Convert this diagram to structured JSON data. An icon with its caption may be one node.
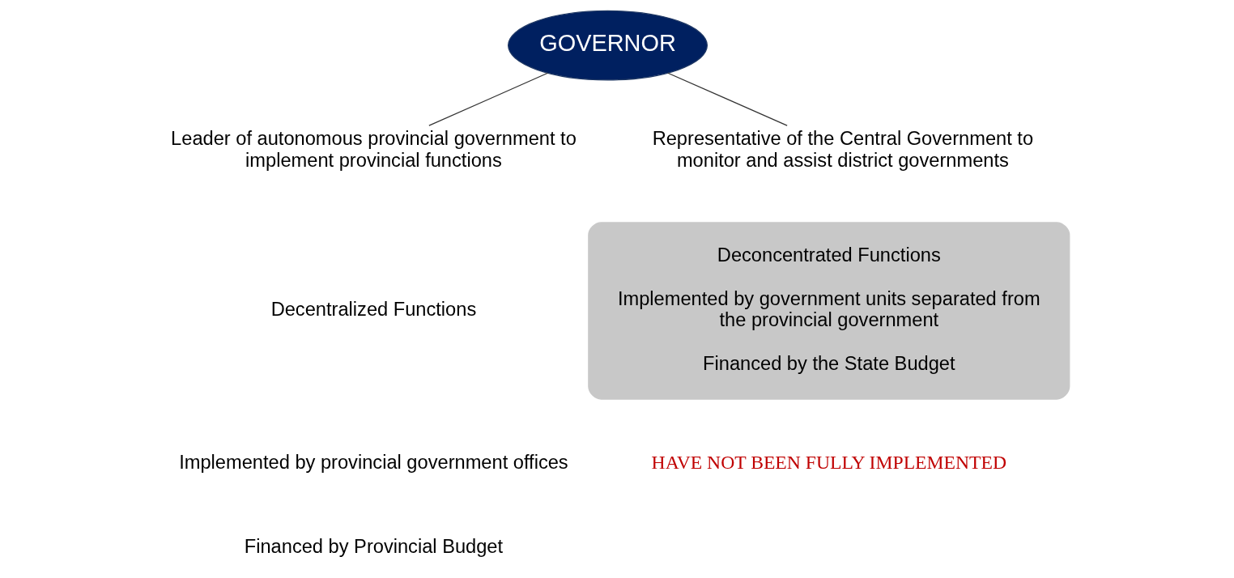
{
  "diagram": {
    "nodes": [
      {
        "text": [
          "GOVERNOR"
        ]
      },
      {
        "text": [
          "Leader of autonomous provincial government to implement provincial functions"
        ]
      },
      {
        "text": [
          "Representative of the Central Government to monitor and assist district governments"
        ]
      },
      {
        "text": [
          "Deconcentrated Functions",
          "Implemented by government units separated from the provincial government",
          "Financed by the State Budget"
        ]
      }
    ],
    "edges": [
      {
        "from": 0,
        "to": 1,
        "arrow": "none"
      },
      {
        "from": 0,
        "to": 2,
        "arrow": "none"
      }
    ],
    "labels": [
      "Decentralized Functions",
      "Implemented by provincial government offices",
      "Financed by Provincial Budget",
      "HAVE NOT BEEN FULLY IMPLEMENTED"
    ]
  }
}
